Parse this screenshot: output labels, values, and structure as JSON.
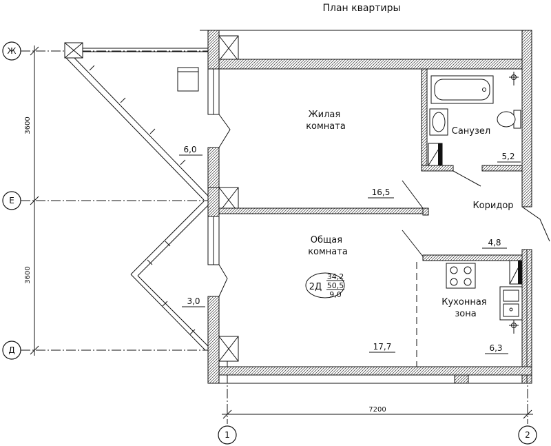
{
  "title": "План квартиры",
  "rooms": {
    "living_1": "Жилая комната",
    "living_2": "Общая комната",
    "bathroom": "Санузел",
    "corridor": "Коридор",
    "kitchen": "Кухонная зона"
  },
  "areas": {
    "balcony_top": "6,0",
    "balcony_bottom": "3,0",
    "living_room": "16,5",
    "common_room": "17,7",
    "bathroom": "5,2",
    "corridor": "4,8",
    "kitchen": "6,3"
  },
  "apartment_mark": {
    "code": "2Д",
    "living_area": "34,2",
    "total_area": "50,5",
    "kitchen_area": "9,0"
  },
  "axes": {
    "rows": [
      "Ж",
      "Е",
      "Д"
    ],
    "columns": [
      "1",
      "2"
    ]
  },
  "dimensions": {
    "upper_span": "3600",
    "lower_span": "3600",
    "width": "7200"
  }
}
